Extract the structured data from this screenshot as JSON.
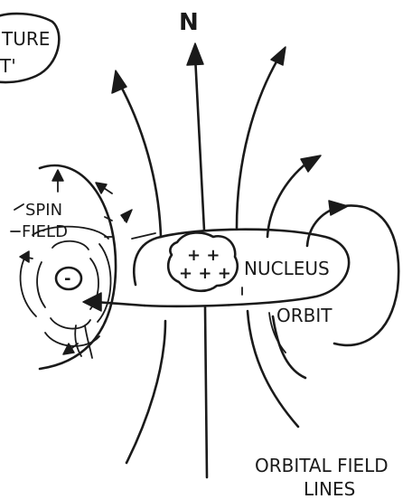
{
  "labels": {
    "north": "N",
    "spin_field_1": "SPIN",
    "spin_field_2": "FIELD",
    "electron_sign": "-",
    "nucleus": "NUCLEUS",
    "nucleus_charges_top": "+ +",
    "nucleus_charges_bottom": "+ + +",
    "orbit": "ORBIT",
    "orbital_field_1": "ORBITAL FIELD",
    "orbital_field_2": "LINES",
    "cropped_bubble_1": "TURE",
    "cropped_bubble_2": "T'"
  },
  "colors": {
    "ink": "#1a1a1a",
    "paper": "#ffffff"
  }
}
